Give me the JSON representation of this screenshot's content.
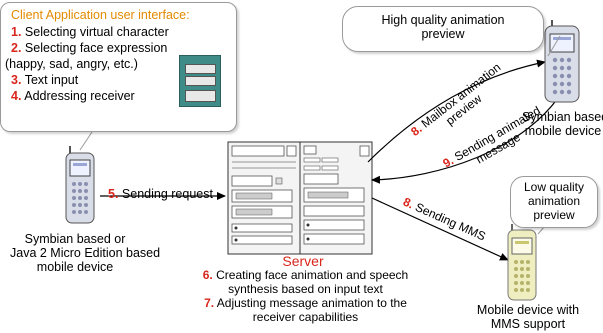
{
  "client_ui": {
    "title": "Client Application user interface:",
    "steps": [
      {
        "num": "1.",
        "text": "Selecting virtual character"
      },
      {
        "num": "2.",
        "text": "Selecting face expression"
      },
      {
        "num": "",
        "text": "(happy, sad, angry, etc.)"
      },
      {
        "num": "3.",
        "text": "Text input"
      },
      {
        "num": "4.",
        "text": "Addressing receiver"
      }
    ]
  },
  "sending_request": {
    "num": "5.",
    "text": "Sending request"
  },
  "sender_device": {
    "lines": [
      "Symbian based or",
      "Java 2 Micro Edition based",
      "mobile device"
    ]
  },
  "server": {
    "label": "Server",
    "steps": [
      {
        "num": "6.",
        "text": "Creating face animation and speech"
      },
      {
        "num": "",
        "text": "synthesis based on input text"
      },
      {
        "num": "7.",
        "text": "Adjusting message animation to the"
      },
      {
        "num": "",
        "text": "receiver capabilities"
      }
    ]
  },
  "hq_preview": {
    "lines": [
      "High quality animation",
      "preview"
    ]
  },
  "symbian_device": {
    "lines": [
      "Symbian based",
      "mobile device"
    ]
  },
  "lq_preview": {
    "lines": [
      "Low quality",
      "animation",
      "preview"
    ]
  },
  "mms_device": {
    "lines": [
      "Mobile device with",
      "MMS support"
    ]
  },
  "edges": {
    "mailbox": {
      "num": "8.",
      "line1": "Mailbox animation",
      "line2": "preview"
    },
    "sending_animated": {
      "num": "9.",
      "line1": "Sending animated",
      "line2": "message"
    },
    "sending_mms": {
      "num": "8.",
      "text": "Sending MMS"
    }
  },
  "colors": {
    "accent": "#d9261c",
    "title": "#e38a00",
    "mms_phone": "#c9c770"
  }
}
